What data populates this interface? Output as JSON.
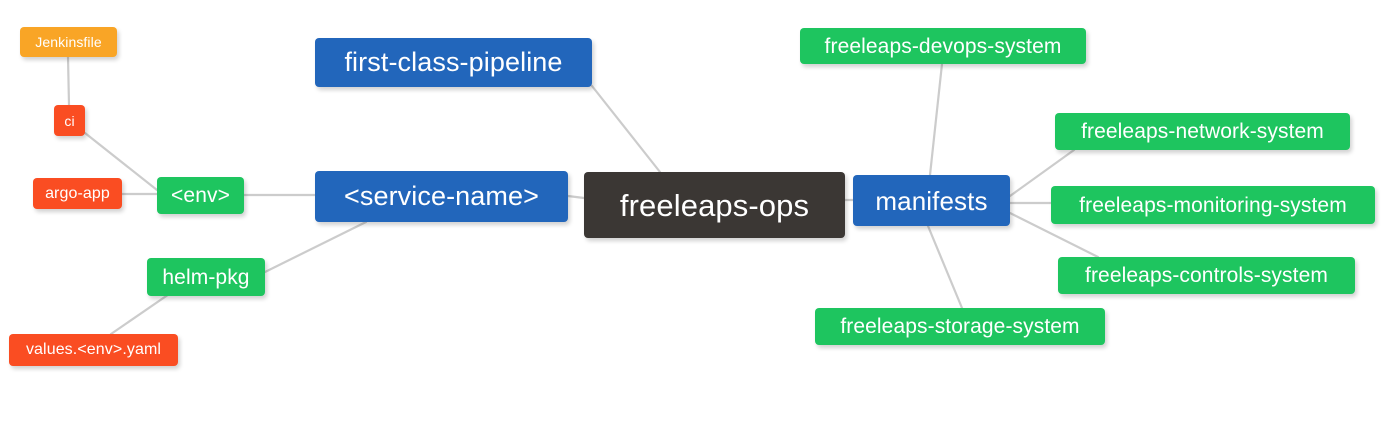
{
  "diagram": {
    "type": "mindmap",
    "title": "freeleaps-ops",
    "background_color": "#ffffff",
    "edge_color": "#cccccc",
    "palette": {
      "root": "#3b3734",
      "blue": "#2266bb",
      "green": "#1ec55f",
      "orange": "#f9a526",
      "red": "#fa4d22"
    },
    "nodes": [
      {
        "id": "root",
        "label": "freeleaps-ops",
        "color": "#3b3734",
        "level": 0
      },
      {
        "id": "servicename",
        "label": "<service-name>",
        "color": "#2266bb",
        "level": 1
      },
      {
        "id": "manifests",
        "label": "manifests",
        "color": "#2266bb",
        "level": 1
      },
      {
        "id": "pipeline",
        "label": "first-class-pipeline",
        "color": "#2266bb",
        "level": 1
      },
      {
        "id": "env",
        "label": "<env>",
        "color": "#1ec55f",
        "level": 2
      },
      {
        "id": "helmpkg",
        "label": "helm-pkg",
        "color": "#1ec55f",
        "level": 2
      },
      {
        "id": "jenkinsfile",
        "label": "Jenkinsfile",
        "color": "#f9a526",
        "level": 4
      },
      {
        "id": "ci",
        "label": "ci",
        "color": "#fa4d22",
        "level": 3
      },
      {
        "id": "argoapp",
        "label": "argo-app",
        "color": "#fa4d22",
        "level": 3
      },
      {
        "id": "values",
        "label": "values.<env>.yaml",
        "color": "#fa4d22",
        "level": 3
      },
      {
        "id": "devops",
        "label": "freeleaps-devops-system",
        "color": "#1ec55f",
        "level": 2
      },
      {
        "id": "network",
        "label": "freeleaps-network-system",
        "color": "#1ec55f",
        "level": 2
      },
      {
        "id": "monitoring",
        "label": "freeleaps-monitoring-system",
        "color": "#1ec55f",
        "level": 2
      },
      {
        "id": "controls",
        "label": "freeleaps-controls-system",
        "color": "#1ec55f",
        "level": 2
      },
      {
        "id": "storage",
        "label": "freeleaps-storage-system",
        "color": "#1ec55f",
        "level": 2
      }
    ],
    "edges": [
      {
        "from": "root",
        "to": "servicename"
      },
      {
        "from": "root",
        "to": "manifests"
      },
      {
        "from": "root",
        "to": "pipeline"
      },
      {
        "from": "servicename",
        "to": "env"
      },
      {
        "from": "servicename",
        "to": "helmpkg"
      },
      {
        "from": "env",
        "to": "ci"
      },
      {
        "from": "env",
        "to": "argoapp"
      },
      {
        "from": "ci",
        "to": "jenkinsfile"
      },
      {
        "from": "helmpkg",
        "to": "values"
      },
      {
        "from": "manifests",
        "to": "devops"
      },
      {
        "from": "manifests",
        "to": "network"
      },
      {
        "from": "manifests",
        "to": "monitoring"
      },
      {
        "from": "manifests",
        "to": "controls"
      },
      {
        "from": "manifests",
        "to": "storage"
      }
    ]
  }
}
